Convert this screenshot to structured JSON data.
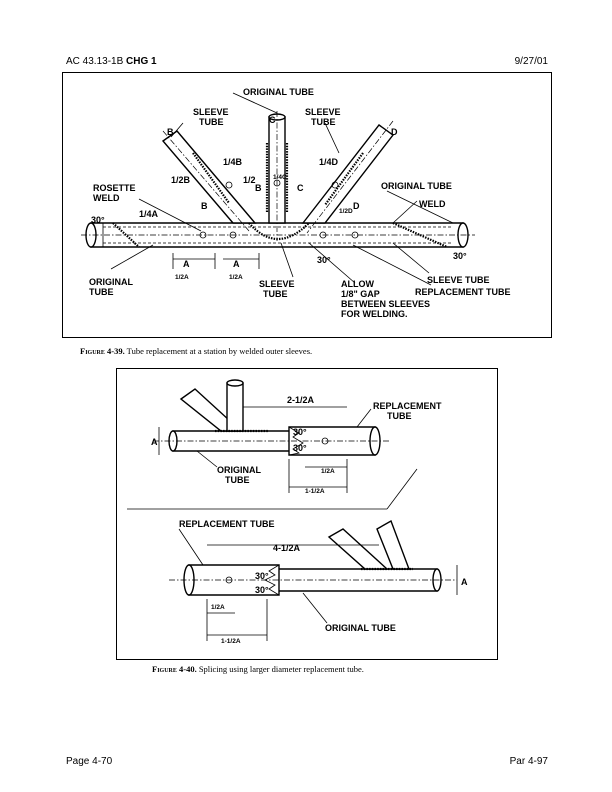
{
  "header": {
    "left_prefix": "AC 43.13-1B ",
    "left_bold": "CHG 1",
    "right": "9/27/01"
  },
  "figure1": {
    "caption_number": "Figure 4-39.",
    "caption_text": " Tube replacement at a station by welded outer sleeves.",
    "labels": {
      "original_tube_top": "ORIGINAL TUBE",
      "sleeve_tube_left_1": "SLEEVE",
      "sleeve_tube_left_2": "TUBE",
      "sleeve_tube_right_1": "SLEEVE",
      "sleeve_tube_right_2": "TUBE",
      "c": "C",
      "b": "B",
      "d": "D",
      "quarter_b": "1/4B",
      "half_b": "1/2B",
      "half_c": "1/2",
      "quarter_c": "1/4C",
      "quarter_d": "1/4D",
      "half_d": "1/2D",
      "rosette_1": "ROSETTE",
      "rosette_2": "WELD",
      "original_tube_right": "ORIGINAL TUBE",
      "weld": "WELD",
      "angle_30_left": "30°",
      "quarter_a": "1/4A",
      "a_left": "A",
      "a_right": "A",
      "half_a_left": "1/2A",
      "half_a_right": "1/2A",
      "angle_30_mid": "30°",
      "angle_30_right": "30°",
      "original_tube_bottom_1": "ORIGINAL",
      "original_tube_bottom_2": "TUBE",
      "sleeve_tube_bottom_1": "SLEEVE",
      "sleeve_tube_bottom_2": "TUBE",
      "allow_1": "ALLOW",
      "allow_2": "1/8\" GAP",
      "allow_3": "BETWEEN SLEEVES",
      "allow_4": "FOR WELDING.",
      "sleeve_tube_right_low": "SLEEVE TUBE",
      "replacement_tube": "REPLACEMENT TUBE"
    }
  },
  "figure2": {
    "caption_number": "Figure 4-40.",
    "caption_text": " Splicing using larger diameter replacement tube.",
    "top": {
      "dim_2_half_a": "2-1/2A",
      "replacement_1": "REPLACEMENT",
      "replacement_2": "TUBE",
      "a": "A",
      "angle_1": "30°",
      "angle_2": "30°",
      "original_1": "ORIGINAL",
      "original_2": "TUBE",
      "half_a": "1/2A",
      "one_half_a": "1-1/2A"
    },
    "bottom": {
      "replacement": "REPLACEMENT TUBE",
      "dim_4_half_a": "4-1/2A",
      "angle_1": "30°",
      "angle_2": "30°",
      "a": "A",
      "half_a": "1/2A",
      "original": "ORIGINAL TUBE",
      "one_half_a": "1-1/2A"
    }
  },
  "footer": {
    "left": "Page 4-70",
    "right": "Par 4-97"
  }
}
